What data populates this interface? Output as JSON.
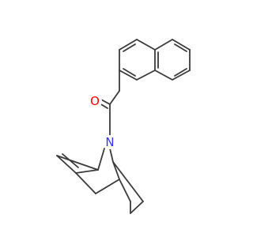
{
  "molecule": {
    "atoms": [
      {
        "id": "O",
        "label": "O",
        "color": "#ff0000"
      },
      {
        "id": "N",
        "label": "N",
        "color": "#3333ff"
      }
    ]
  },
  "colors": {
    "bond": "#3a3a3a",
    "oxygen": "#ff0000",
    "nitrogen": "#3333ff",
    "background": "#ffffff"
  }
}
